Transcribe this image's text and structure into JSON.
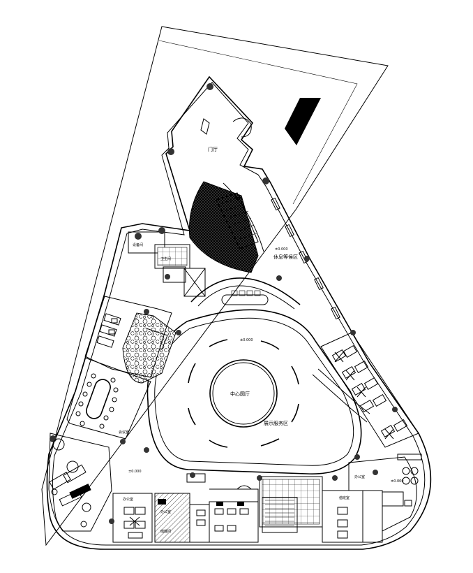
{
  "labels": {
    "entrance_top": "门厅",
    "center": "中心圆厅",
    "lobby_right": "休息等候区",
    "ring_area": "展示服务区",
    "elev_top": "±0.000",
    "elev_mid": "±0.000",
    "elev_left": "±0.000",
    "elev_right": "±0.000",
    "room_a": "设备间",
    "room_b": "卫生间",
    "room_c": "办公室",
    "room_d": "办公室",
    "room_e": "储藏间",
    "room_f": "值班室",
    "room_g": "会议室",
    "room_h": "办公室"
  },
  "colors": {
    "ink": "#000000",
    "paper": "#ffffff",
    "hatch": "#9a9a9a"
  }
}
